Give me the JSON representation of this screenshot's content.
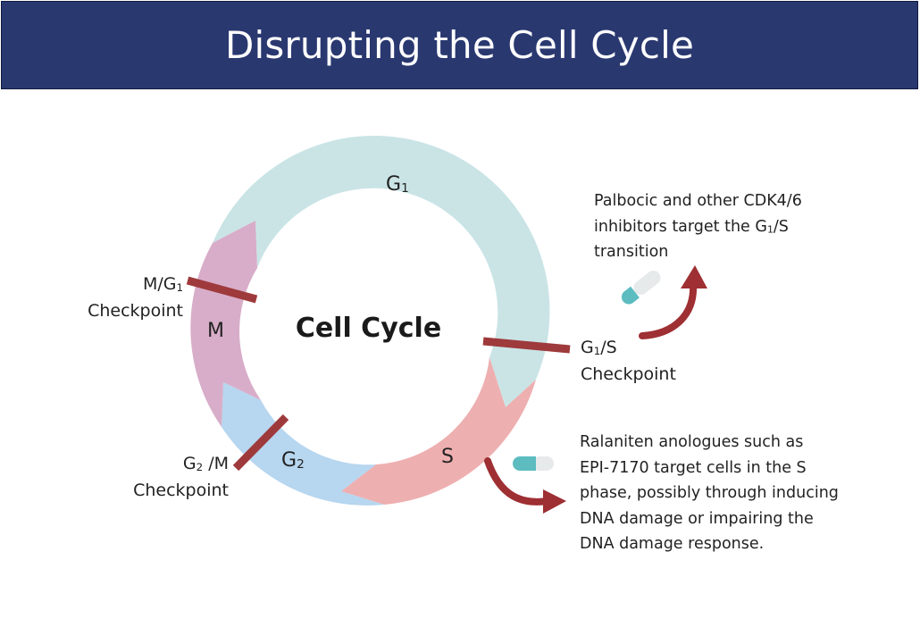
{
  "title": "Disrupting the Cell Cycle",
  "colors": {
    "header": "#2a3870",
    "g1": "#cae4e6",
    "s": "#eeafb0",
    "g2": "#b7d6ef",
    "m": "#d8adc9",
    "checkpoint_bar": "#9e3a3c",
    "arrow": "#9e2f33",
    "pill_teal": "#5cbcc0",
    "pill_light": "#e6eaeb"
  },
  "diagram": {
    "center_label": "Cell Cycle",
    "phases": {
      "g1": {
        "main": "G",
        "sub": "1"
      },
      "s": {
        "main": "S"
      },
      "g2": {
        "main": "G",
        "sub": "2"
      },
      "m": {
        "main": "M"
      }
    },
    "checkpoints": {
      "m_g1": {
        "line1_main": "M/G",
        "line1_sub": "1",
        "line2": "Checkpoint"
      },
      "g1_s": {
        "line1_main": "G",
        "line1_sub": "1",
        "line1_tail": "/S",
        "line2": "Checkpoint"
      },
      "g2_m": {
        "line1_main": "G",
        "line1_sub": "2",
        "line1_tail": " /M",
        "line2": "Checkpoint"
      }
    },
    "icons": [
      "capsule-icon",
      "capsule-icon",
      "curved-arrow-icon",
      "curved-arrow-icon"
    ]
  },
  "notes": {
    "cdk": {
      "line1": "Palbocic and other CDK4/6",
      "line2_main": "inhibitors target the G",
      "line2_sub": "1",
      "line2_tail": "/S",
      "line3": "transition"
    },
    "ralaniten": {
      "line1": "Ralaniten anologues such as",
      "line2": "EPI-7170 target cells in the S",
      "line3": "phase, possibly through inducing",
      "line4": "DNA damage or impairing the",
      "line5": "DNA damage response."
    }
  }
}
